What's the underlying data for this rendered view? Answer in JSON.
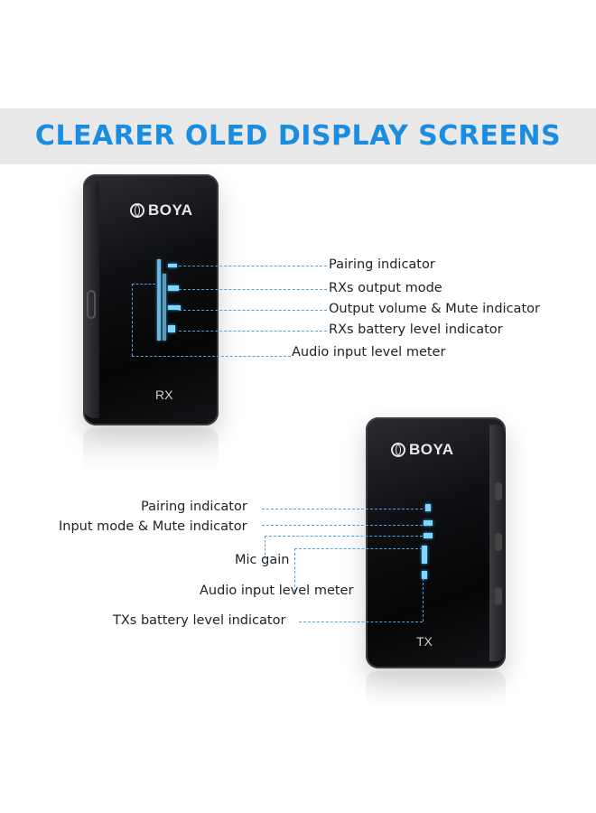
{
  "banner": {
    "title": "CLEARER OLED DISPLAY SCREENS"
  },
  "rx": {
    "brand": "BOYA",
    "label": "RX",
    "callouts": [
      "Pairing indicator",
      "RXs output mode",
      "Output volume & Mute indicator",
      "RXs battery level indicator",
      "Audio input level meter"
    ]
  },
  "tx": {
    "brand": "BOYA",
    "label": "TX",
    "callouts": [
      "Pairing indicator",
      "Input mode & Mute indicator",
      "Mic gain",
      "Audio input level meter",
      "TXs battery level indicator"
    ]
  },
  "colors": {
    "accent": "#1a8de0",
    "leader": "#4da3e8",
    "oled": "#7fd6ff"
  }
}
